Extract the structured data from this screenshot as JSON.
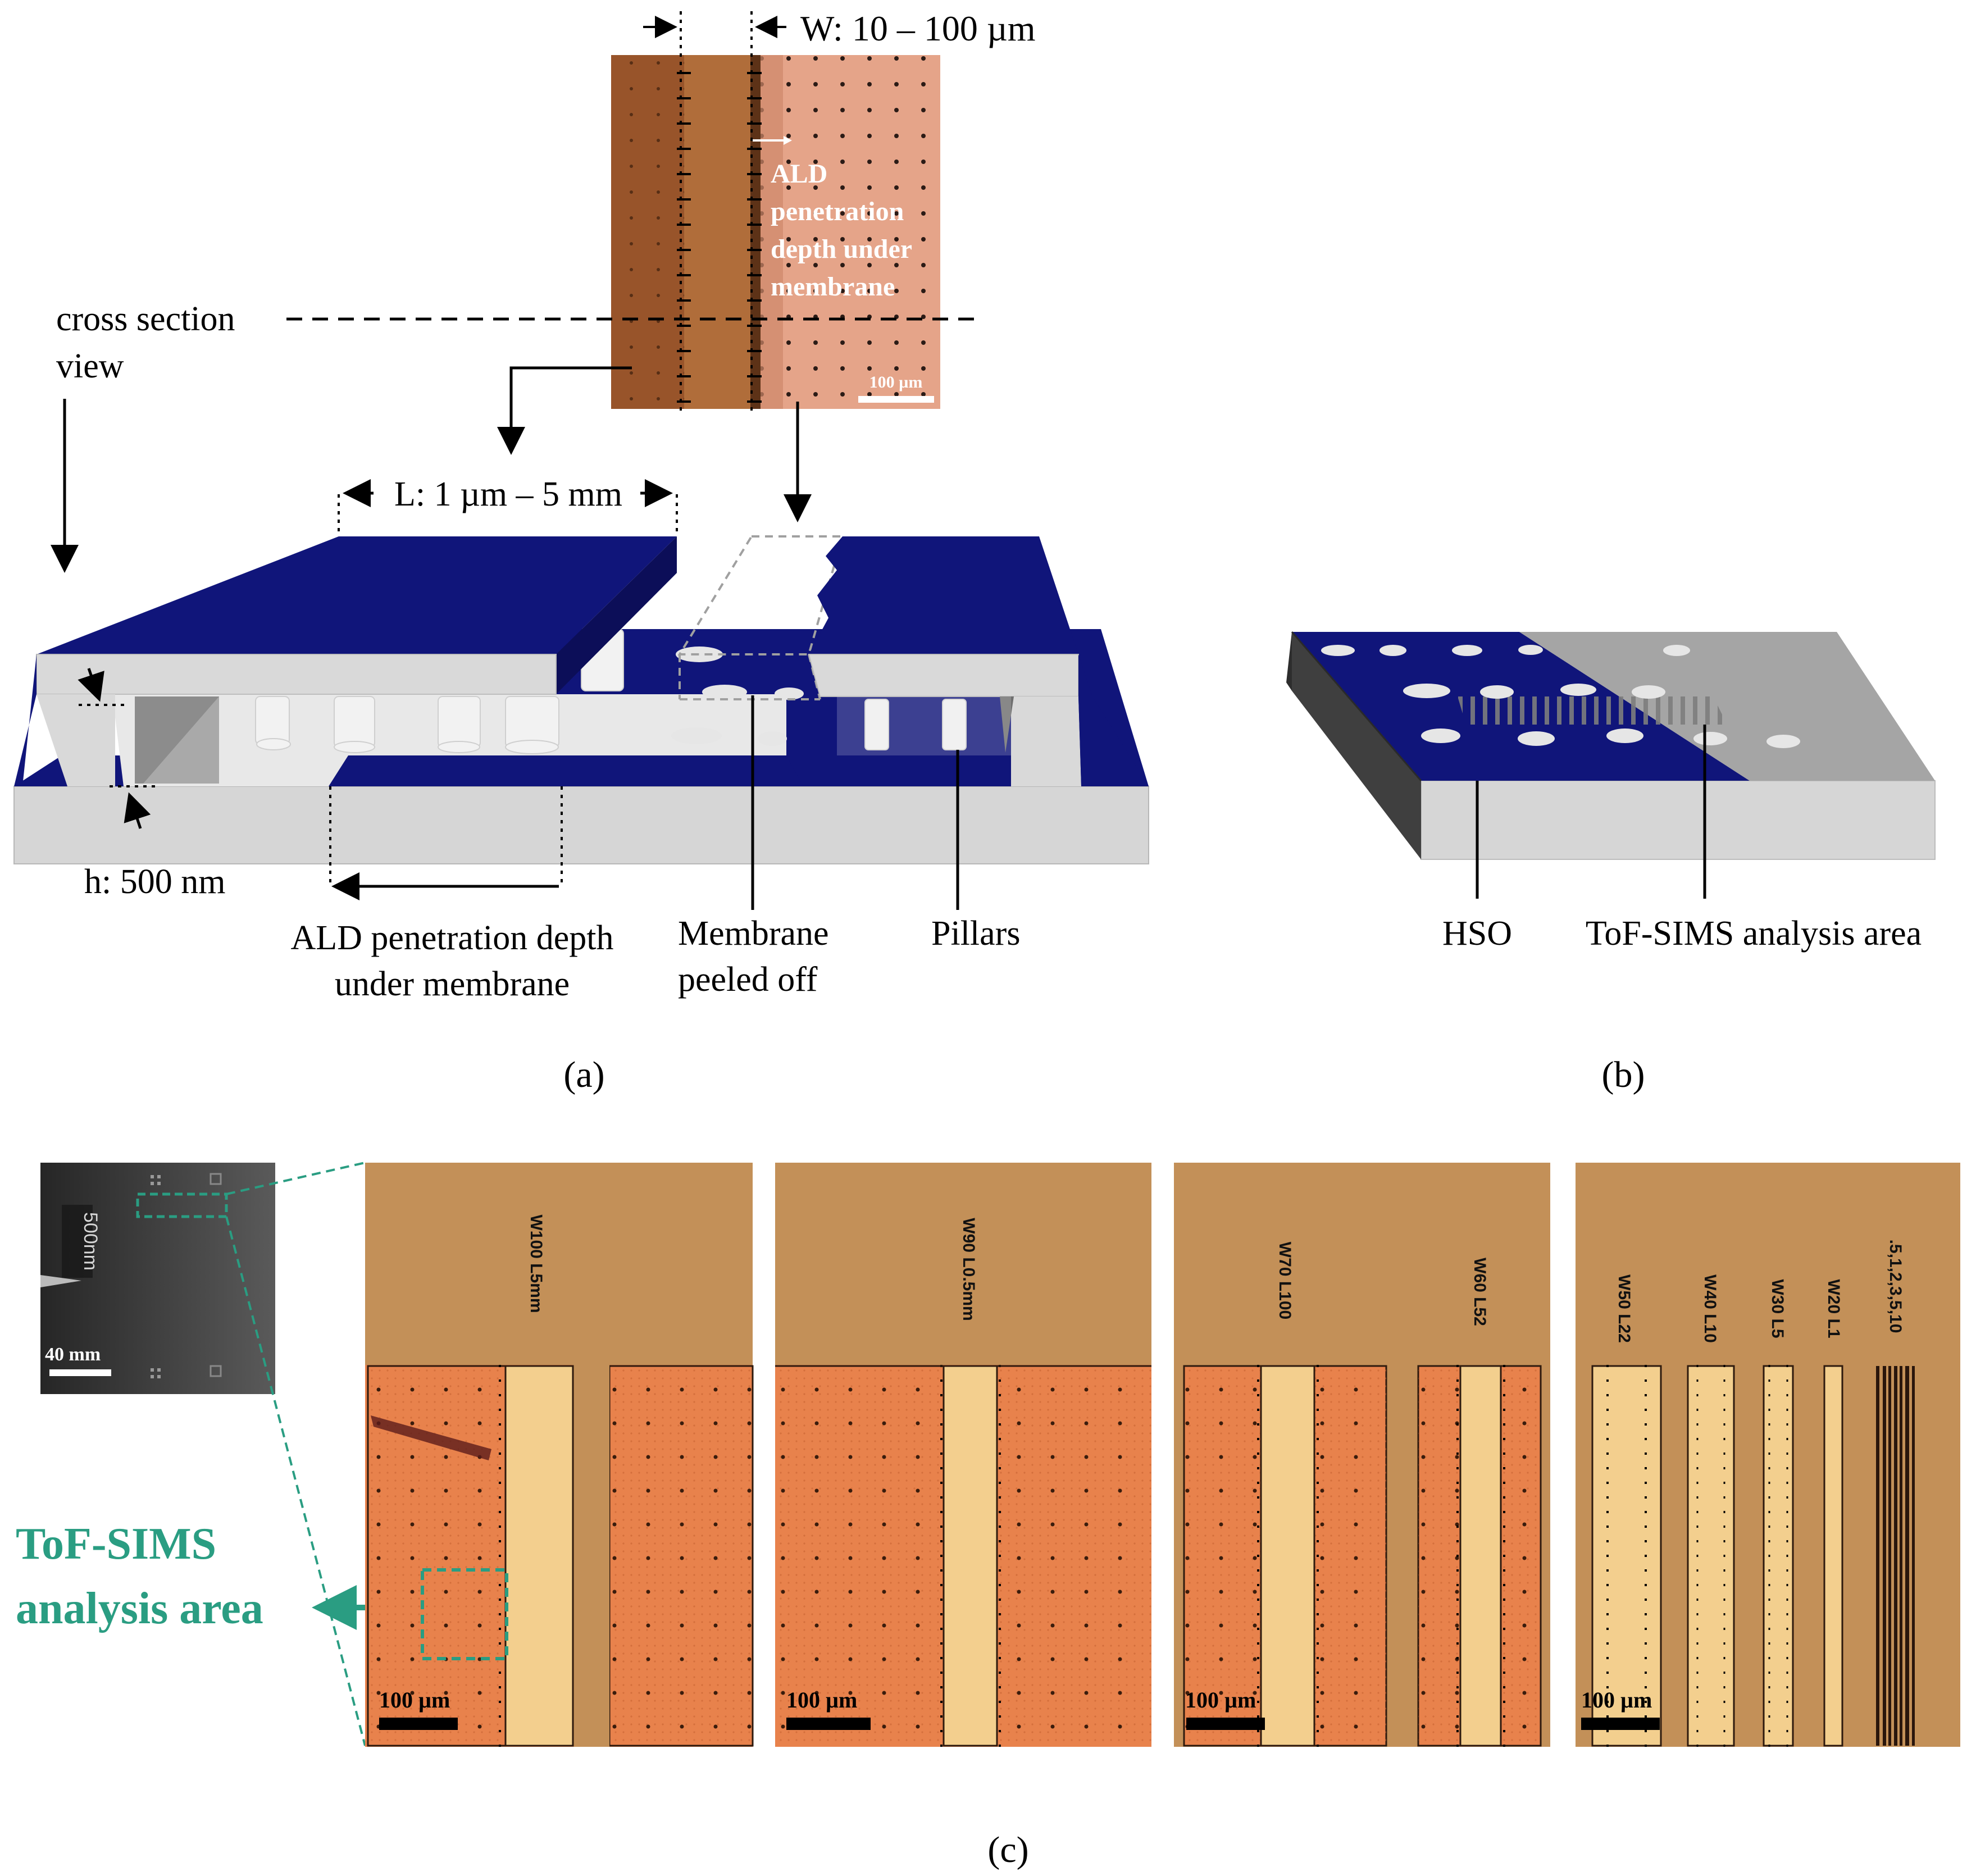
{
  "panel_a": {
    "width_label": "W: 10 – 100 µm",
    "micrograph_text": [
      "ALD",
      "penetration",
      "depth under",
      "membrane"
    ],
    "micrograph_scale": "100 µm",
    "cross_section_label": [
      "cross section",
      "view"
    ],
    "length_label": "L: 1 µm – 5 mm",
    "height_label": "h: 500 nm",
    "penetration_label": [
      "ALD penetration depth",
      "under membrane"
    ],
    "membrane_label": [
      "Membrane",
      "peeled off"
    ],
    "pillars_label": "Pillars",
    "caption": "(a)"
  },
  "panel_b": {
    "hso_label": "HSO",
    "tof_label": "ToF-SIMS analysis area",
    "caption": "(b)"
  },
  "panel_c": {
    "sem_scale_text": "500nm",
    "sem_scale_bar": "40 mm",
    "tof_label": [
      "ToF-SIMS",
      "analysis area"
    ],
    "scale_labels": [
      "100 µm",
      "100 µm",
      "100 µm",
      "100 µm"
    ],
    "channel_labels": [
      "W100 L5mm",
      "W90 L0.5mm",
      "W70 L100",
      "W60 L52",
      "W50 L22",
      "W40 L10",
      "W30 L5",
      "W20 L1",
      ".5,1,2,3,5,10"
    ],
    "caption": "(c)"
  },
  "colors": {
    "membrane_blue": "#10157a",
    "substrate_grey": "#d6d6d6",
    "copper_dark": "#9b5a2e",
    "copper_light": "#e39e86",
    "accent_teal": "#2a9d82",
    "optical_bg": "#c4935d",
    "optical_orange": "#e8824c",
    "channel_pale": "#f3cf8e"
  }
}
